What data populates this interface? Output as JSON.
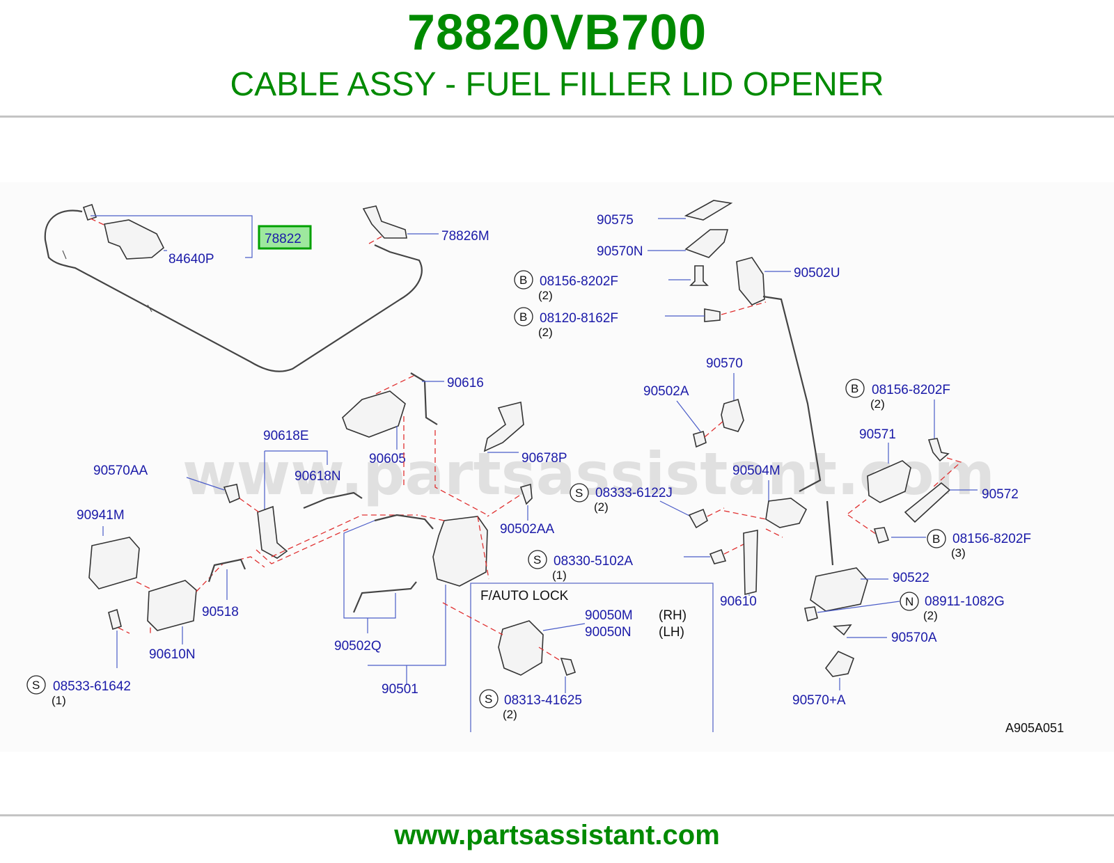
{
  "header": {
    "part_number": "78820VB700",
    "part_name": "CABLE ASSY - FUEL FILLER LID OPENER"
  },
  "watermark": "www.partsassistant.com",
  "highlighted_part": "78822",
  "labels": {
    "p84640P": "84640P",
    "p78826M": "78826M",
    "p90575": "90575",
    "p90570N": "90570N",
    "p08156_8202F_a": "08156-8202F",
    "p08120_8162F": "08120-8162F",
    "p90502U": "90502U",
    "p90616": "90616",
    "p90605": "90605",
    "p90678P": "90678P",
    "p90618E": "90618E",
    "p90618N": "90618N",
    "p90570AA": "90570AA",
    "p90941M": "90941M",
    "p90502AA": "90502AA",
    "p90518": "90518",
    "p90610N": "90610N",
    "p08533_61642": "08533-61642",
    "p90502Q": "90502Q",
    "p90501": "90501",
    "p90570": "90570",
    "p90502A": "90502A",
    "p90504M": "90504M",
    "p08333_6122J": "08333-6122J",
    "p08330_5102A": "08330-5102A",
    "p90610": "90610",
    "p08156_8202F_b": "08156-8202F",
    "p90571": "90571",
    "p90572": "90572",
    "p08156_8202F_c": "08156-8202F",
    "p90522": "90522",
    "p08911_1082G": "08911-1082G",
    "p90570A": "90570A",
    "p90570pA": "90570+A",
    "p90050M": "90050M",
    "p90050N": "90050N",
    "p08313_41625": "08313-41625"
  },
  "quantities": {
    "q2": "(2)",
    "q1": "(1)",
    "q3": "(3)"
  },
  "prefixes": {
    "B": "B",
    "S": "S",
    "N": "N"
  },
  "inset": {
    "title": "F/AUTO   LOCK",
    "rh": "(RH)",
    "lh": "(LH)"
  },
  "diagram_ref": "A905A051",
  "footer": {
    "url": "www.partsassistant.com"
  }
}
